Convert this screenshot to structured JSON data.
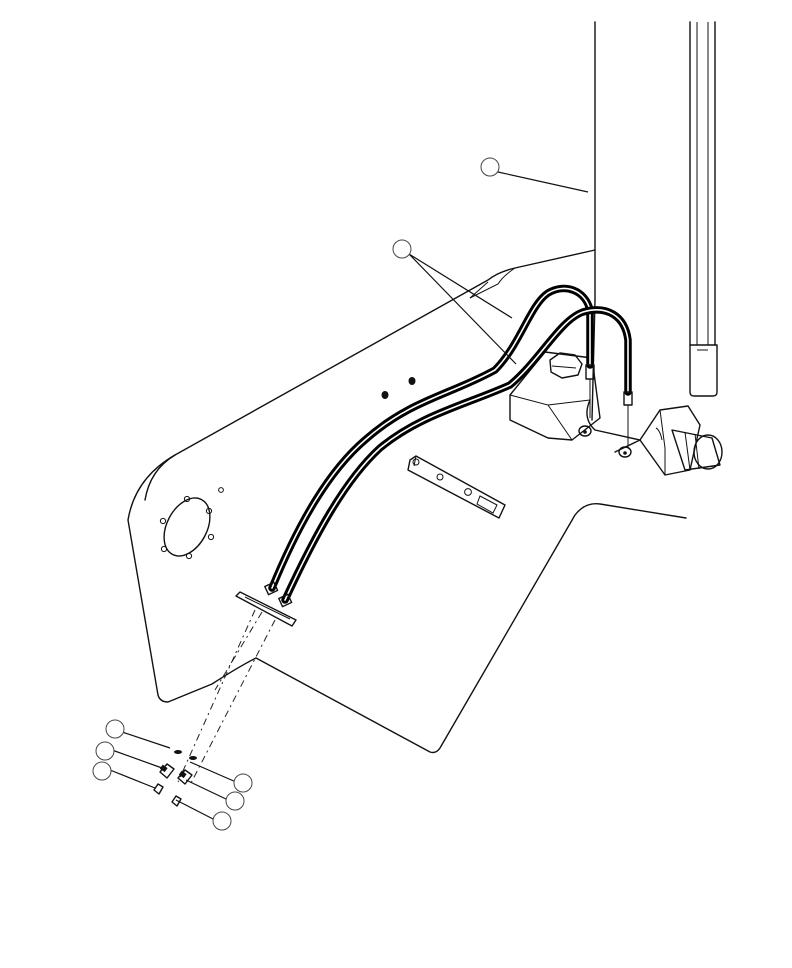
{
  "figure": {
    "colors": {
      "line": "#111111",
      "background": "#ffffff",
      "callout_stroke": "#444444"
    },
    "callouts": [
      {
        "id": "callout-1",
        "label": ""
      },
      {
        "id": "callout-2",
        "label": ""
      },
      {
        "id": "callout-3",
        "label": ""
      },
      {
        "id": "callout-4",
        "label": ""
      },
      {
        "id": "callout-5",
        "label": ""
      },
      {
        "id": "callout-6",
        "label": ""
      },
      {
        "id": "callout-7",
        "label": ""
      },
      {
        "id": "callout-8",
        "label": ""
      }
    ]
  }
}
